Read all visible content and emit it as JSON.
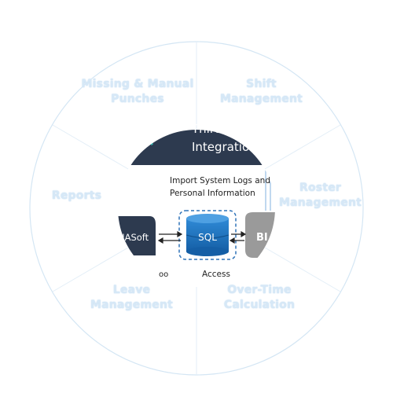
{
  "segments": {
    "missing_manual": "Missing & Manual\nPunches",
    "shift": "Shift\nManagement",
    "roster": "Roster\nManagement",
    "overtime": "Over-Time\nCalculation",
    "leave": "Leave\nManagement",
    "reports": "Reports"
  },
  "core": {
    "banner_line1": "Third Party",
    "banner_line2": "Integration Lay",
    "import_line1": "Import System Logs and",
    "import_line2": "Personal Information",
    "left_node": "NASoft",
    "db_label": "SQL",
    "right_node": "BI",
    "bottom_left_fragment": "oo",
    "bottom_center_fragment": "Access"
  },
  "colors": {
    "outer_ring": "#cfe3f3",
    "banner": "#2d3a4f",
    "db_blue": "#1f78c8",
    "gear_teal": "#2fb9b3",
    "gray_node": "#9a9a9a"
  }
}
